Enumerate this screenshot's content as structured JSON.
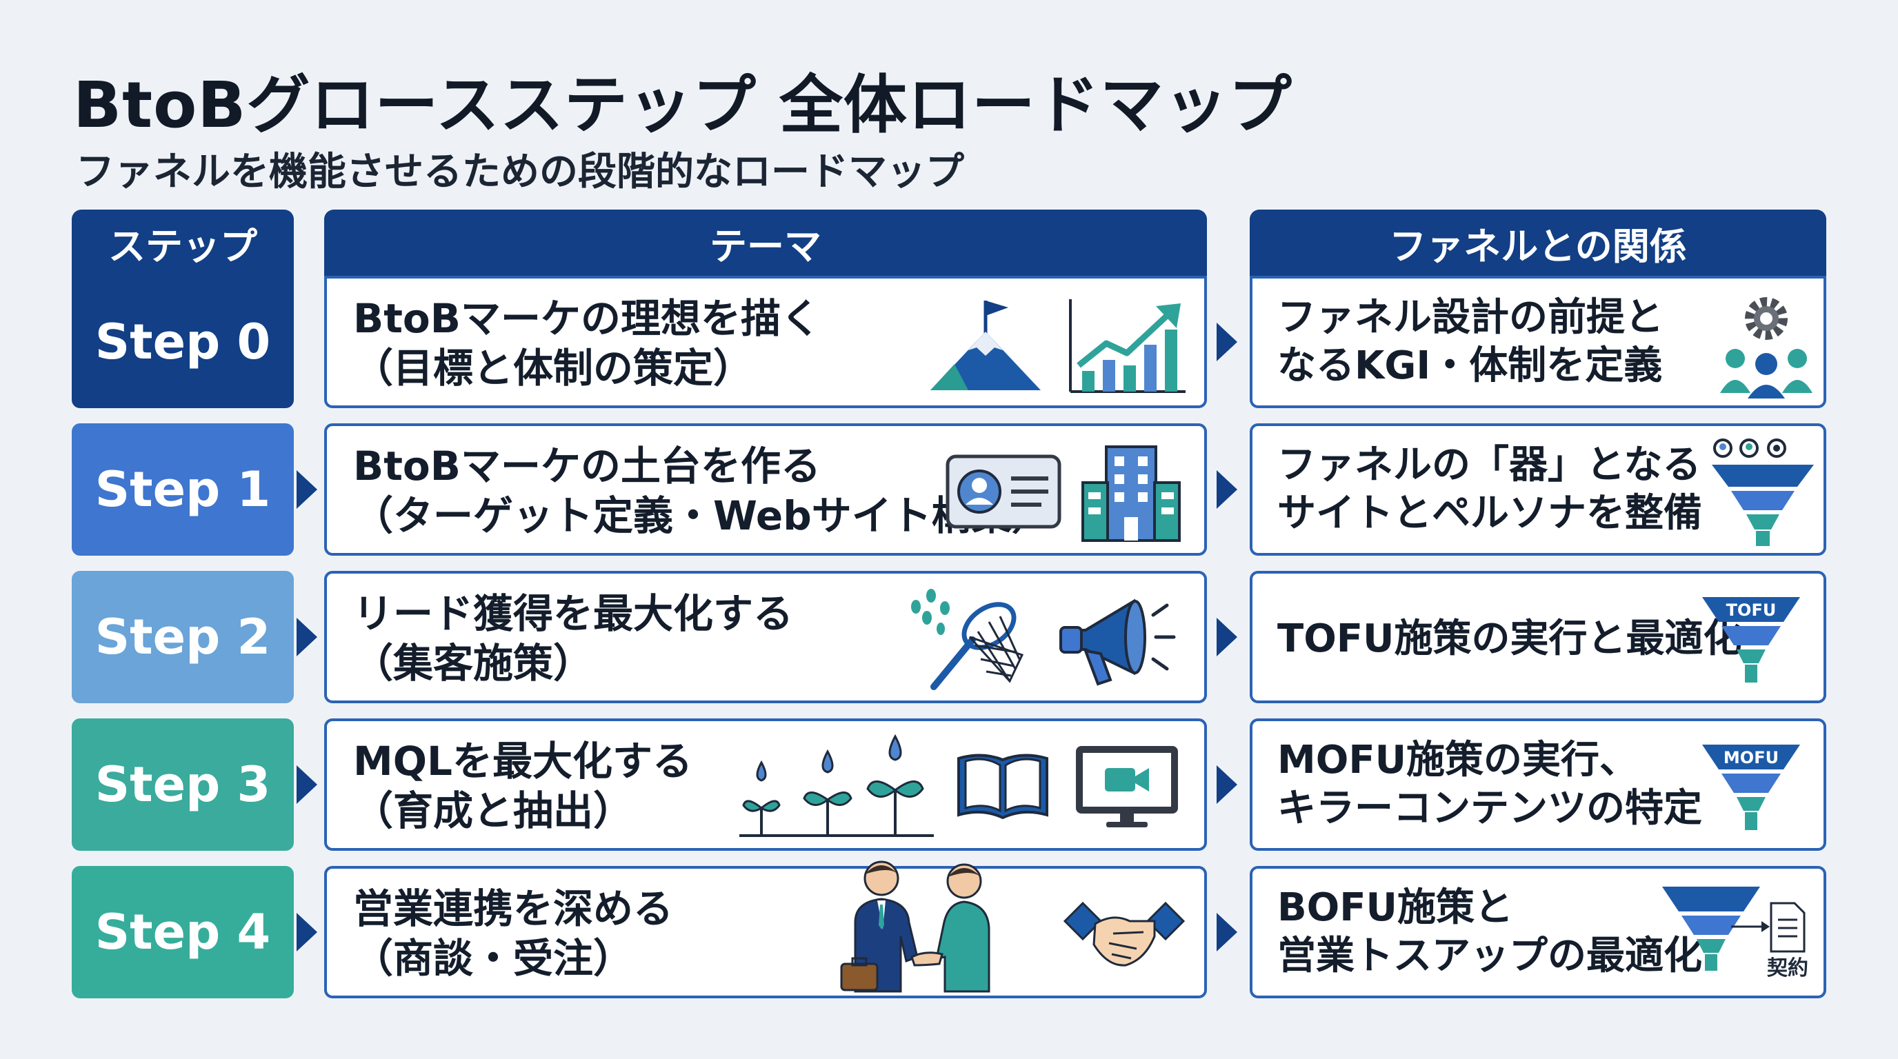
{
  "title": "BtoBグロースステップ 全体ロードマップ",
  "subtitle": "ファネルを機能させるための段階的なロードマップ",
  "headers": {
    "step": "ステップ",
    "theme": "テーマ",
    "relation": "ファネルとの関係"
  },
  "colors": {
    "header": "#123f86",
    "step0": "#123f86",
    "step1": "#3f76cf",
    "step2": "#6aa4d8",
    "step3": "#3aab9c",
    "step4": "#36ad9b"
  },
  "rows": [
    {
      "step": "Step 0",
      "theme_line1": "BtoBマーケの理想を描く",
      "theme_line2": "（目標と体制の策定）",
      "relation_line1": "ファネル設計の前提と",
      "relation_line2": "なるKGI・体制を定義",
      "icons": [
        "mountain-flag-icon",
        "growth-chart-icon",
        "gear-team-icon"
      ]
    },
    {
      "step": "Step 1",
      "theme_line1": "BtoBマーケの土台を作る",
      "theme_line2": "（ターゲット定義・Webサイト構築）",
      "relation_line1": "ファネルの「器」となる",
      "relation_line2": "サイトとペルソナを整備",
      "icons": [
        "id-card-icon",
        "office-building-icon",
        "persona-funnel-icon"
      ]
    },
    {
      "step": "Step 2",
      "theme_line1": "リード獲得を最大化する",
      "theme_line2": "（集客施策）",
      "relation_line1": "TOFU施策の実行と最適化",
      "funnel_label": "TOFU",
      "icons": [
        "catch-net-icon",
        "megaphone-icon",
        "tofu-funnel-icon"
      ]
    },
    {
      "step": "Step 3",
      "theme_line1": "MQLを最大化する",
      "theme_line2": "（育成と抽出）",
      "relation_line1": "MOFU施策の実行、",
      "relation_line2": "キラーコンテンツの特定",
      "funnel_label": "MOFU",
      "icons": [
        "sprouts-icon",
        "open-book-icon",
        "video-monitor-icon",
        "mofu-funnel-icon"
      ]
    },
    {
      "step": "Step 4",
      "theme_line1": "営業連携を深める",
      "theme_line2": "（商談・受注）",
      "relation_line1": "BOFU施策と",
      "relation_line2": "営業トスアップの最適化",
      "contract_label": "契約",
      "icons": [
        "businessmen-handshake-icon",
        "handshake-icon",
        "contract-funnel-icon"
      ]
    }
  ]
}
